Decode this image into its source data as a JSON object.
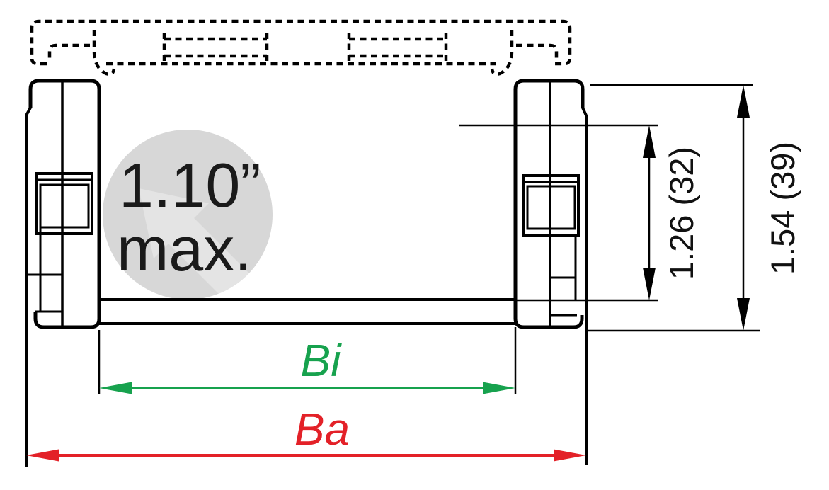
{
  "watermark": {
    "line1": "1.10”",
    "line2": "max."
  },
  "dimensions": {
    "inner_height": "1.26 (32)",
    "outer_height": "1.54 (39)",
    "inner_width": "Bi",
    "outer_width": "Ba"
  },
  "colors": {
    "line_black": "#000000",
    "text_black": "#1a1a1a",
    "bi_green": "#17A24E",
    "ba_red": "#E32128",
    "watermark_bg": "#D7D7D7",
    "watermark_arrow": "#E4E4E4"
  }
}
